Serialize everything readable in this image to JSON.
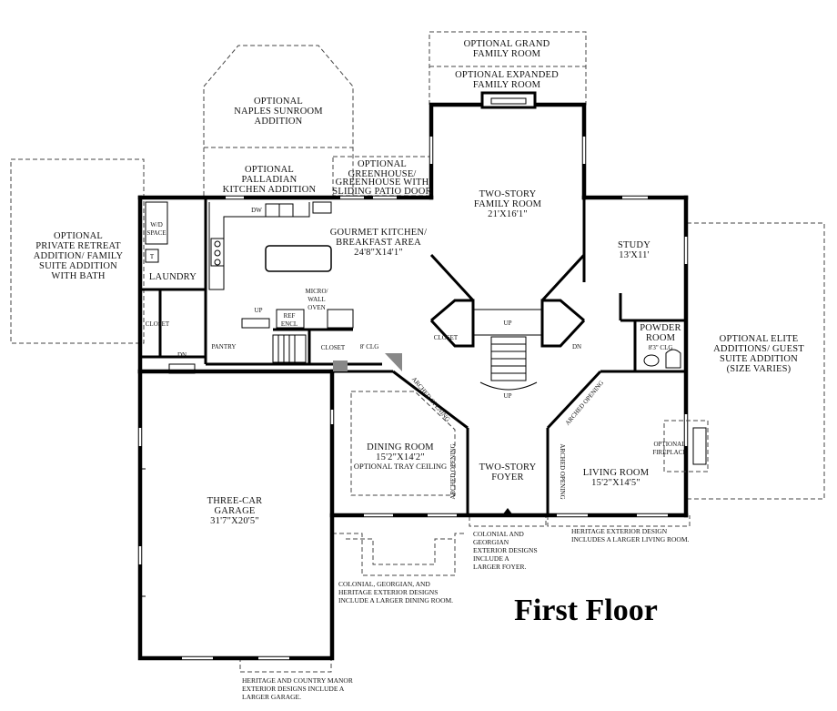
{
  "title": "First Floor",
  "rooms": {
    "grand_family": [
      "OPTIONAL GRAND",
      "FAMILY ROOM"
    ],
    "expanded_family": [
      "OPTIONAL EXPANDED",
      "FAMILY ROOM"
    ],
    "sunroom": [
      "OPTIONAL",
      "NAPLES SUNROOM",
      "ADDITION"
    ],
    "palladian": [
      "OPTIONAL",
      "PALLADIAN",
      "KITCHEN ADDITION"
    ],
    "greenhouse": [
      "OPTIONAL",
      "GREENHOUSE/",
      "GREENHOUSE WITH",
      "SLIDING PATIO DOOR"
    ],
    "retreat": [
      "OPTIONAL",
      "PRIVATE RETREAT",
      "ADDITION/ FAMILY",
      "SUITE ADDITION",
      "WITH BATH"
    ],
    "family": [
      "TWO-STORY",
      "FAMILY ROOM",
      "21'X16'1\""
    ],
    "kitchen": [
      "GOURMET KITCHEN/",
      "BREAKFAST AREA",
      "24'8\"X14'1\""
    ],
    "study": [
      "STUDY",
      "13'X11'"
    ],
    "elite": [
      "OPTIONAL ELITE",
      "ADDITIONS/ GUEST",
      "SUITE ADDITION",
      "(SIZE VARIES)"
    ],
    "powder": [
      "POWDER",
      "ROOM"
    ],
    "powder_clg": "8'3\" CLG",
    "laundry": "LAUNDRY",
    "wd": [
      "W/D",
      "SPACE"
    ],
    "t": "T",
    "dw": "DW",
    "micro": [
      "MICRO/",
      "WALL",
      "OVEN"
    ],
    "ref": [
      "REF",
      "ENCL"
    ],
    "closet_left": "CLOSET",
    "closet_mid": "CLOSET",
    "closet_stair": "CLOSET",
    "pantry": "PANTRY",
    "clg_8": "8' CLG",
    "up_left": "UP",
    "up_mid": "UP",
    "up_foyer": "UP",
    "dn_right": "DN",
    "dn_garage": "DN",
    "dining": [
      "DINING ROOM",
      "15'2\"X14'2\"",
      "OPTIONAL TRAY CEILING"
    ],
    "foyer": [
      "TWO-STORY",
      "FOYER"
    ],
    "living": [
      "LIVING ROOM",
      "15'2\"X14'5\""
    ],
    "fireplace": [
      "OPTIONAL",
      "FIREPLACE"
    ],
    "garage": [
      "THREE-CAR",
      "GARAGE",
      "31'7\"X20'5\""
    ],
    "arched_1": "ARCHED OPENING",
    "arched_2": "ARCHED OPENING",
    "arched_3": "ARCHED OPENING",
    "arched_4": "ARCHED OPENING"
  },
  "notes": {
    "heritage_living": [
      "HERITAGE EXTERIOR DESIGN",
      "INCLUDES A LARGER LIVING ROOM."
    ],
    "colonial_foyer": [
      "COLONIAL AND",
      "GEORGIAN",
      "EXTERIOR DESIGNS",
      "INCLUDE A",
      "LARGER FOYER."
    ],
    "colonial_dining": [
      "COLONIAL, GEORGIAN, AND",
      "HERITAGE EXTERIOR DESIGNS",
      "INCLUDE A LARGER DINING ROOM."
    ],
    "heritage_garage": [
      "HERITAGE AND COUNTRY MANOR",
      "EXTERIOR DESIGNS INCLUDE A",
      "LARGER GARAGE."
    ]
  }
}
